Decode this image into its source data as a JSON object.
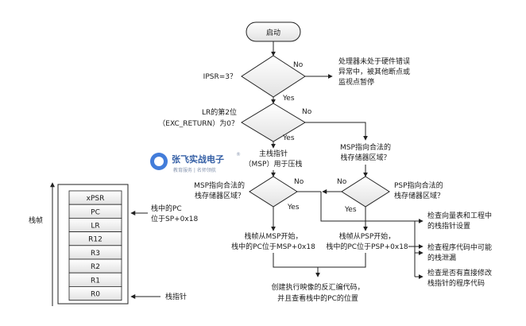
{
  "start": {
    "label": "启动"
  },
  "decisions": {
    "ipsr": {
      "label": "IPSR=3？",
      "no": "No",
      "yes": "Yes"
    },
    "lr": {
      "label_1": "LR的第2位",
      "label_2": "（EXC_RETURN）为0？",
      "no": "No",
      "yes": "Yes"
    },
    "msp_valid": {
      "label_1": "MSP指向合法的",
      "label_2": "栈存储器区域？",
      "no": "No",
      "yes": "Yes"
    },
    "psp_valid": {
      "label_1": "PSP指向合法的",
      "label_2": "栈存储器区域？",
      "no": "No",
      "yes": "Yes"
    }
  },
  "notes": {
    "not_hardfault": [
      "处理器未处于硬件错误",
      "异常中，被其他断点或",
      "监视点暂停"
    ],
    "main_sp": [
      "主栈指针",
      "（MSP）用于压栈"
    ],
    "psp_q": [
      "MSP指向合法的",
      "栈存储器区域？"
    ],
    "frame_msp": [
      "栈帧从MSP开始，",
      "栈中的PC位于MSP+0x18"
    ],
    "frame_psp": [
      "栈帧从PSP开始，",
      "栈中的PC位于PSP+0x18"
    ],
    "create_image": [
      "创建执行映像的反汇编代码，",
      "并且查看栈中的PC的位置"
    ],
    "check_vectors": [
      "检查向量表和工程中",
      "的栈指针设置"
    ],
    "check_overflow": [
      "检查程序代码中可能",
      "的栈泄漏"
    ],
    "check_modify": [
      "检查是否有直接修改",
      "栈指针的程序代码"
    ]
  },
  "stack": {
    "registers": [
      "xPSR",
      "PC",
      "LR",
      "R12",
      "R3",
      "R2",
      "R1",
      "R0"
    ],
    "frame_label": "栈帧",
    "pc_note": [
      "栈中的PC",
      "位于SP+0x18"
    ],
    "sp_label": "栈指针"
  },
  "watermark": {
    "title": "张飞实战电子",
    "reg": "®",
    "subtitle": "教育服务 | 名师领航"
  }
}
